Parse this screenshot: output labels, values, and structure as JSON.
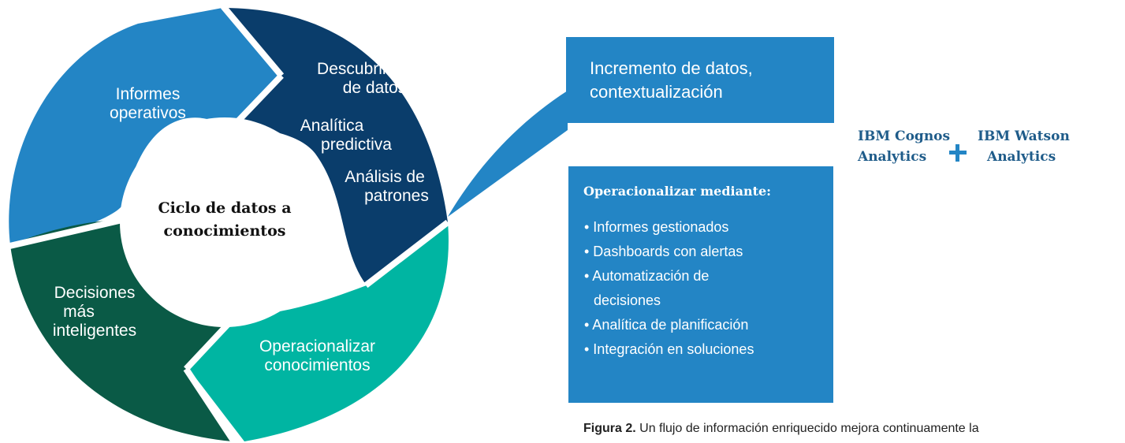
{
  "cycle": {
    "center_line1": "Ciclo de datos a",
    "center_line2": "conocimientos",
    "informes": {
      "line1": "Informes",
      "line2": "operativos"
    },
    "descubrimiento": {
      "line1": "Descubrimiento",
      "line2": "de datos"
    },
    "analitica": {
      "line1": "Analítica",
      "line2": "predictiva"
    },
    "patrones": {
      "line1": "Análisis de",
      "line2": "patrones"
    },
    "operacionalizar": {
      "line1": "Operacionalizar",
      "line2": "conocimientos"
    },
    "decisiones": {
      "line1": "Decisiones",
      "line2": "más",
      "line3": "inteligentes"
    }
  },
  "callout": {
    "line1": "Incremento de datos,",
    "line2": "contextualización"
  },
  "products": {
    "cognos_line1": "IBM Cognos",
    "cognos_line2": "Analytics",
    "watson_line1": "IBM Watson",
    "watson_line2": "Analytics"
  },
  "operationalize": {
    "title": "Operacionalizar mediante:",
    "items": [
      "• Informes gestionados",
      "• Dashboards con alertas",
      "• Automatización de",
      "decisiones",
      "• Analítica de planificación",
      "• Integración en soluciones"
    ]
  },
  "caption": {
    "bold": "Figura 2.",
    "text": " Un flujo de información enriquecido mejora continuamente la"
  },
  "colors": {
    "light_blue": "#2385c5",
    "navy": "#0a3d6b",
    "teal": "#00b5a2",
    "dark_green": "#0a5a46"
  }
}
